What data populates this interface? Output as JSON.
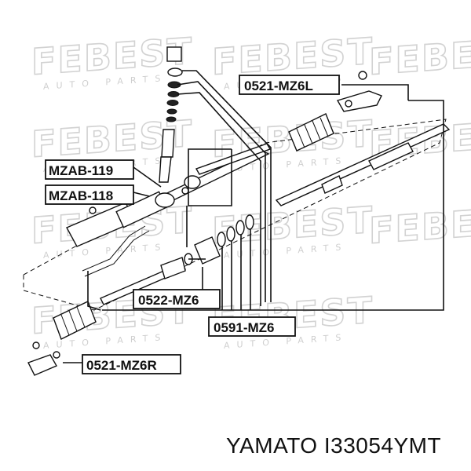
{
  "watermark": {
    "brand": "FEBEST",
    "sub": "AUTO PARTS"
  },
  "labels": {
    "tie_rod_end_left": "0521-MZ6L",
    "mount_bushing_119": "MZAB-119",
    "mount_bushing_118": "MZAB-118",
    "inner_tie_rod": "0522-MZ6",
    "seal_kit": "0591-MZ6",
    "tie_rod_end_right": "0521-MZ6R"
  },
  "footer": {
    "caption": "YAMATO I33054YMT"
  }
}
